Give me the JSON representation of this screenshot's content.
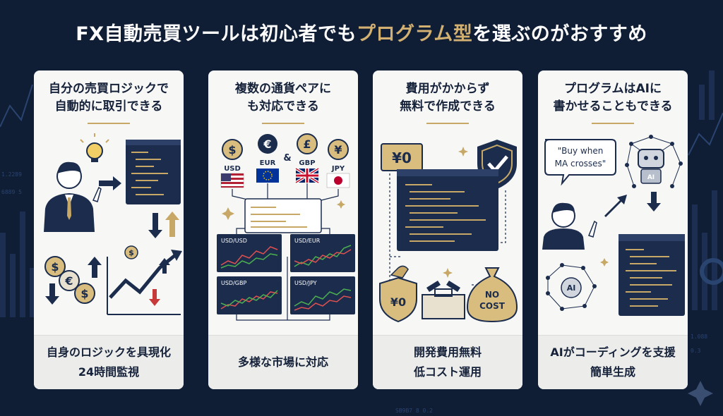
{
  "title": {
    "prefix": "FX自動売買ツールは初心者でも",
    "accent": "プログラム型",
    "suffix": "を選ぶのがおすすめ"
  },
  "colors": {
    "background": "#0f1d35",
    "navy": "#1b2c4d",
    "gold": "#c7a866",
    "card": "#f7f7f5"
  },
  "cards": [
    {
      "heading": [
        "自分の売買ロジックで",
        "自動的に取引できる"
      ],
      "footer": [
        "自身のロジックを具現化",
        "24時間監視"
      ]
    },
    {
      "heading": [
        "複数の通貨ペアに",
        "も対応できる"
      ],
      "currencies": [
        "USD",
        "EUR",
        "GBP",
        "JPY"
      ],
      "amp": "&",
      "charts": [
        "USD/USD",
        "USD/EUR",
        "USD/GBP",
        "USD/JPY"
      ],
      "footer": [
        "多様な市場に対応"
      ]
    },
    {
      "heading": [
        "費用がかからず",
        "無料で作成できる"
      ],
      "price_tag": "¥0",
      "shield_text": "¥0",
      "bag_text": [
        "NO",
        "COST"
      ],
      "footer": [
        "開発費用無料",
        "低コスト運用"
      ]
    },
    {
      "heading": [
        "プログラムはAIに",
        "書かせることもできる"
      ],
      "speech": [
        "\"Buy when",
        "MA crosses\""
      ],
      "robot_label": "AI",
      "network_label": "AI",
      "footer": [
        "AIがコーディングを支援",
        "簡単生成"
      ]
    }
  ]
}
